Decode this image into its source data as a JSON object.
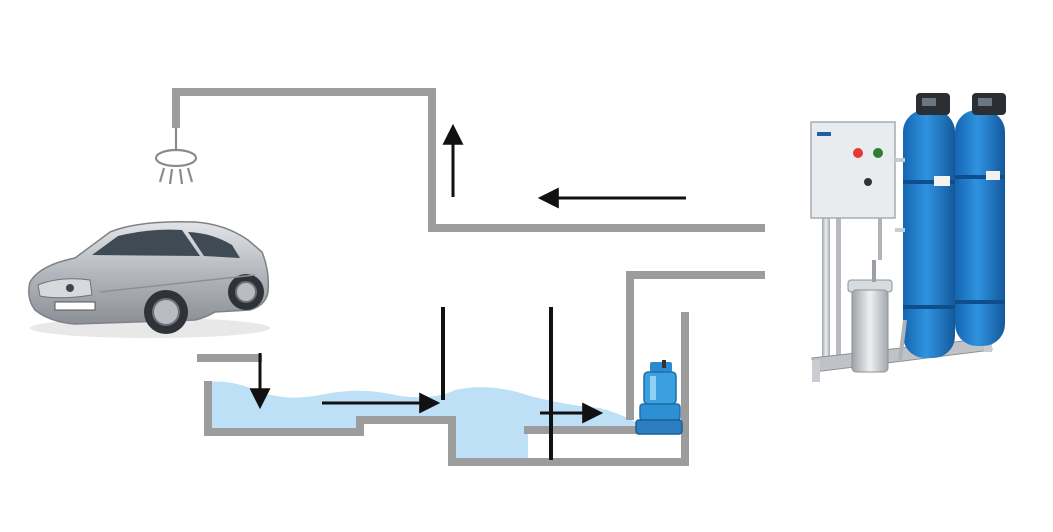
{
  "diagram": {
    "caption": "",
    "colors": {
      "pipe": "#9c9c9c",
      "water": "#b9def6",
      "arrow": "#111111",
      "car_body": "#b4b8be",
      "tank": "#1f7fcf",
      "pump": "#3aa0de",
      "steel": "#c9ccd0",
      "panel": "#e9ecef"
    },
    "components": [
      {
        "id": "sprinkler",
        "icon": "sprinkler-icon"
      },
      {
        "id": "car",
        "icon": "car-icon"
      },
      {
        "id": "collection-tank",
        "icon": "tank-icon"
      },
      {
        "id": "submersible-pump",
        "icon": "pump-icon"
      },
      {
        "id": "filtration-unit",
        "icon": "water-treatment-icon"
      }
    ],
    "flow": [
      {
        "from": "car",
        "to": "collection-tank"
      },
      {
        "from": "collection-tank",
        "to": "submersible-pump"
      },
      {
        "from": "submersible-pump",
        "to": "filtration-unit"
      },
      {
        "from": "filtration-unit",
        "to": "sprinkler"
      }
    ]
  }
}
